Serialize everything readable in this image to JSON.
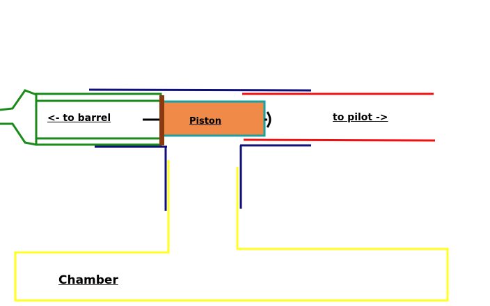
{
  "labels": {
    "to_barrel": "<- to barrel",
    "piston": "Piston",
    "to_pilot": "to pilot ->",
    "chamber": "Chamber"
  },
  "colors": {
    "barrel": "#1a8a1a",
    "piston_fill": "#f08a48",
    "piston_border": "#1aa0a0",
    "seal": "#8b3a10",
    "pilot": "#ee1111",
    "housing": "#10107a",
    "chamber": "#ffff22",
    "rod": "#000000"
  }
}
